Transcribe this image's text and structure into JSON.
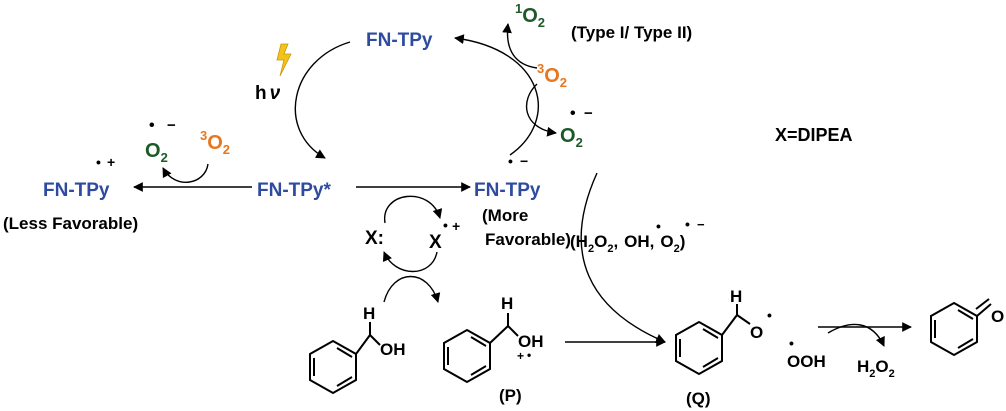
{
  "catalyst": "FN-TPy",
  "catalyst_excited": "FN-TPy*",
  "catalyst_cation": "FN-TPy",
  "catalyst_anion": "FN-TPy",
  "light": {
    "h": "h",
    "nu": "ν"
  },
  "superscripts": {
    "radical": "•",
    "plus": "+",
    "minus": "−",
    "singlet": "1",
    "triplet": "3"
  },
  "oxygen": {
    "O": "O",
    "sub2": "2"
  },
  "type_label": "(Type I/ Type II)",
  "donor_label": "X=DIPEA",
  "less_favorable": "(Less Favorable)",
  "more_favorable_1": "(More",
  "more_favorable_2": "Favorable)",
  "ros_label": {
    "open": "(H",
    "sub2a": "2",
    "o2comma": "O",
    "sub2b": "2",
    "comma1": ",",
    "oh": "OH,",
    "o": "O",
    "sub2c": "2",
    "close": ")"
  },
  "x_donor": "X:",
  "x_cation": "X",
  "atoms": {
    "H": "H",
    "OH": "OH",
    "O": "O",
    "OOH": "OOH",
    "H2O2_H": "H",
    "H2O2_sub1": "2",
    "H2O2_O": "O",
    "H2O2_sub2": "2"
  },
  "compound_labels": {
    "P": "(P)",
    "Q": "(Q)"
  }
}
